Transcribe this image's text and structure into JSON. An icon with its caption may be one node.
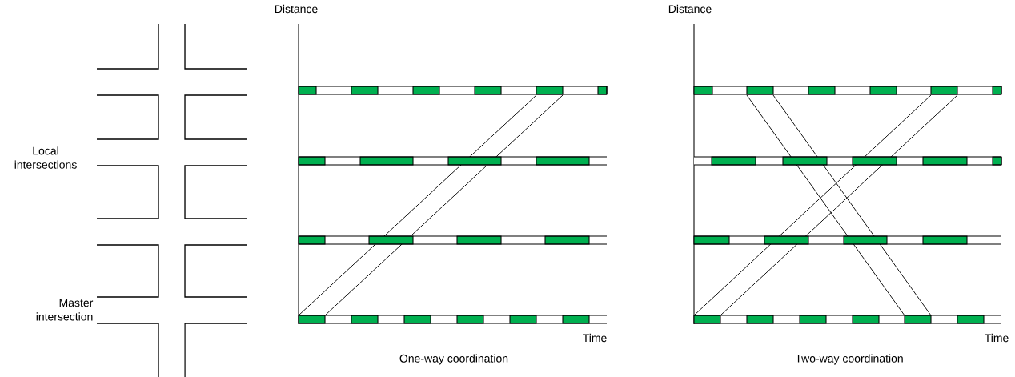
{
  "diagram": {
    "labels": [
      "Distance",
      "Distance",
      "Local intersections",
      "Master intersection",
      "Time",
      "Time",
      "One-way coordination",
      "Two-way coordination"
    ]
  }
}
